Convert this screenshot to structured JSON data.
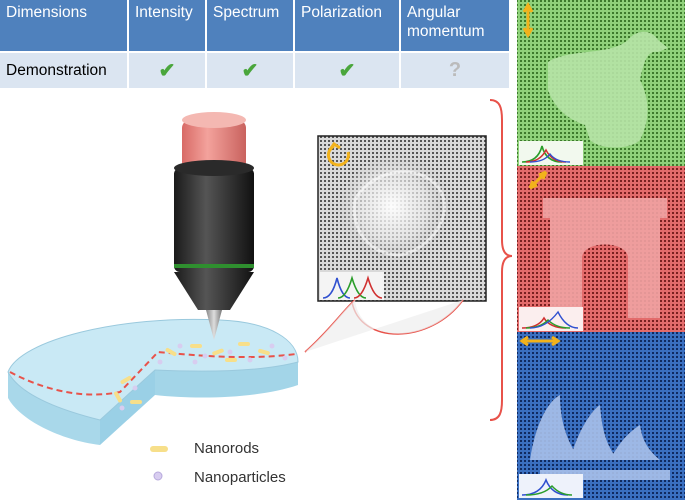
{
  "table": {
    "headers": [
      "Dimensions",
      "Intensity",
      "Spectrum",
      "Polarization",
      "Angular\nmomentum"
    ],
    "row_label": "Demonstration",
    "marks": [
      "✔",
      "✔",
      "✔",
      "?"
    ]
  },
  "legend": {
    "nanorods": "Nanorods",
    "nanoparticles": "Nanoparticles"
  },
  "colors": {
    "header_bg": "#4f81bd",
    "row_bg": "#dbe5f1",
    "check": "#4aa63c",
    "question": "#bbbbbb",
    "panel_green": "#8fd17a",
    "panel_red": "#e36b6b",
    "panel_blue": "#3a6fc0"
  }
}
